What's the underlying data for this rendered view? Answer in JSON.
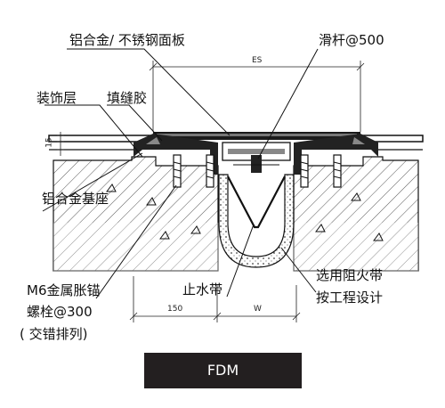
{
  "labels": {
    "aluminum_stainless_panel": "铝合金/ 不锈钢面板",
    "slide_bar": "滑杆@500",
    "decor_layer": "装饰层",
    "filler_glue": "填缝胶",
    "aluminum_base": "铝合金基座",
    "m6_anchor_line1": "M6金属胀锚",
    "m6_anchor_line2": "螺栓@300",
    "m6_anchor_line3": "( 交错排列)",
    "water_stop": "止水带",
    "fire_belt_line1": "选用阻火带",
    "fire_belt_line2": "按工程设计"
  },
  "dimensions": {
    "es": "ES",
    "dim_15": "15",
    "dim_150": "150",
    "dim_w": "W"
  },
  "caption": "FDM"
}
